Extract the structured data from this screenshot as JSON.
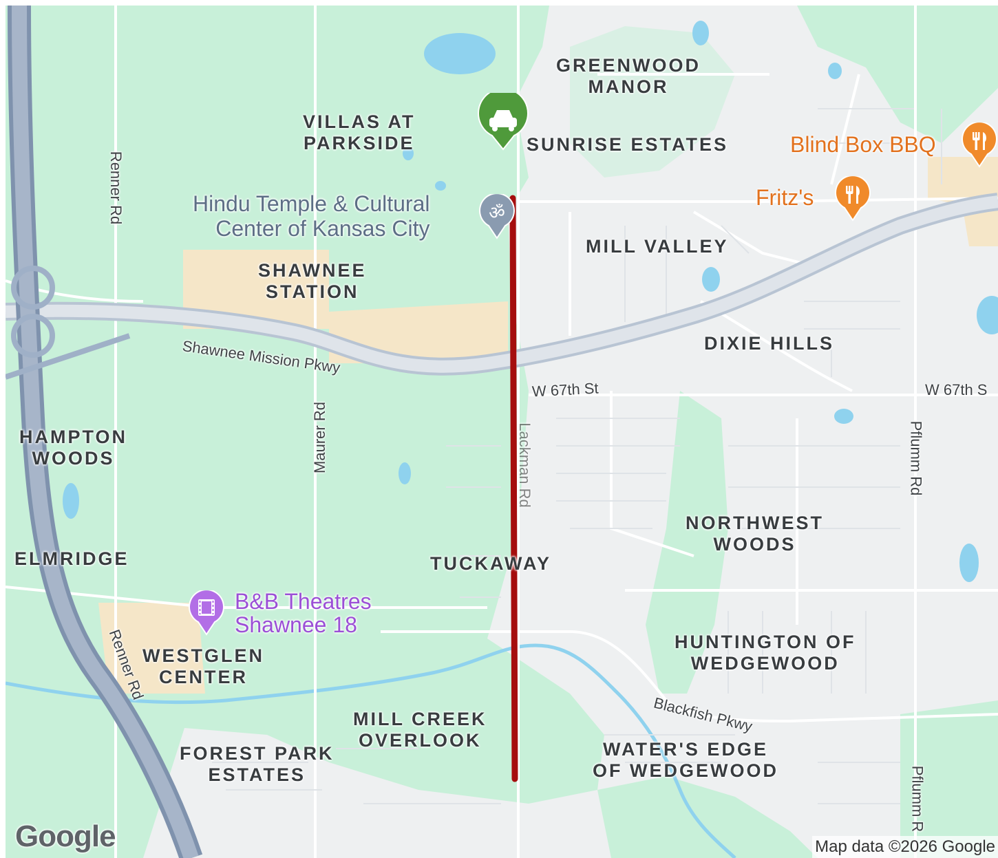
{
  "map": {
    "neighborhoods": {
      "greenwood_manor": [
        "GREENWOOD",
        "MANOR"
      ],
      "villas_at_parkside": [
        "VILLAS AT",
        "PARKSIDE"
      ],
      "sunrise_estates": [
        "SUNRISE ESTATES"
      ],
      "mill_valley": [
        "MILL VALLEY"
      ],
      "shawnee_station": [
        "SHAWNEE",
        "STATION"
      ],
      "dixie_hills": [
        "DIXIE HILLS"
      ],
      "hampton_woods": [
        "HAMPTON",
        "WOODS"
      ],
      "northwest_woods": [
        "NORTHWEST",
        "WOODS"
      ],
      "elmridge": [
        "ELMRIDGE"
      ],
      "tuckaway": [
        "TUCKAWAY"
      ],
      "westglen_center": [
        "WESTGLEN",
        "CENTER"
      ],
      "huntington_of_wedgewood": [
        "HUNTINGTON OF",
        "WEDGEWOOD"
      ],
      "mill_creek_overlook": [
        "MILL CREEK",
        "OVERLOOK"
      ],
      "forest_park_estates": [
        "FOREST PARK",
        "ESTATES"
      ],
      "waters_edge": [
        "WATER'S EDGE",
        "OF WEDGEWOOD"
      ]
    },
    "roads": {
      "renner_rd_north": "Renner Rd",
      "renner_rd_south": "Renner Rd",
      "maurer_rd": "Maurer Rd",
      "shawnee_mission_pkwy": "Shawnee Mission Pkwy",
      "w_67th_st_center": "W 67th St",
      "w_67th_st_east": "W 67th S",
      "pflumm_rd_north": "Pflumm Rd",
      "pflumm_rd_south": "Pflumm R",
      "blackfish_pkwy": "Blackfish Pkwy",
      "johnson_dr": "Lackman Rd"
    },
    "pois": {
      "hindu_temple": [
        "Hindu Temple & Cultural",
        "Center of Kansas City"
      ],
      "blind_box_bbq": "Blind Box BBQ",
      "fritzs": "Fritz's",
      "bb_theatres": [
        "B&B Theatres",
        "Shawnee 18"
      ]
    },
    "icons": {
      "car_pin": "car-icon",
      "temple_pin": "om-icon",
      "restaurant_pin": "fork-knife-icon",
      "theater_pin": "film-icon"
    },
    "colors": {
      "route": "#a50e0e",
      "park": "#c8f0d9",
      "commercial": "#f5e6c8",
      "water": "#8fd2ee",
      "highway": "#9fb0c7",
      "car_pin": "#4f9a3b",
      "temple_pin": "#8a9bb0",
      "restaurant_pin": "#f08a2a",
      "theater_pin": "#b26ee6"
    },
    "logo": "Google",
    "attribution": "Map data ©2026 Google"
  }
}
